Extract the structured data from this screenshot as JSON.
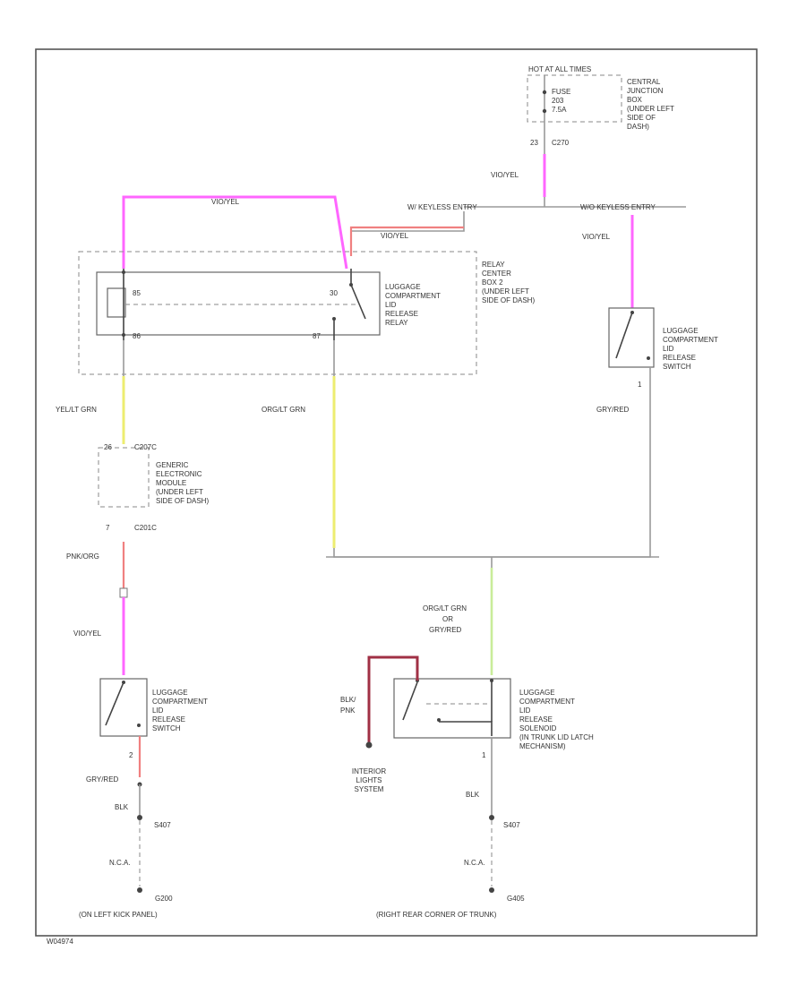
{
  "diagram": {
    "fuse_block": {
      "hot_label": "HOT AT ALL TIMES",
      "fuse_label": "FUSE",
      "fuse_number": "203",
      "fuse_rating": "7.5A",
      "location": [
        "CENTRAL",
        "JUNCTION",
        "BOX",
        "(UNDER LEFT",
        "SIDE OF",
        "DASH)"
      ],
      "pin": "23",
      "connector": "C270"
    },
    "splice_labels": {
      "left": "W/ KEYLESS ENTRY",
      "right": "W/O KEYLESS ENTRY"
    },
    "relay": {
      "name": [
        "LUGGAGE",
        "COMPARTMENT",
        "LID",
        "RELEASE",
        "RELAY"
      ],
      "center": [
        "RELAY",
        "CENTER",
        "BOX 2",
        "(UNDER LEFT",
        "SIDE OF DASH)"
      ],
      "pins": [
        "85",
        "86",
        "30",
        "87"
      ]
    },
    "gem": {
      "name": [
        "GENERIC",
        "ELECTRONIC",
        "MODULE",
        "(UNDER LEFT",
        "SIDE OF DASH)"
      ],
      "pin_top": "26",
      "connector_top": "C207C",
      "pin_bottom": "7",
      "connector_bottom": "C201C"
    },
    "switch_right": {
      "name": [
        "LUGGAGE",
        "COMPARTMENT",
        "LID",
        "RELEASE",
        "SWITCH"
      ],
      "pin": "1"
    },
    "switch_left": {
      "name": [
        "LUGGAGE",
        "COMPARTMENT",
        "LID",
        "RELEASE",
        "SWITCH"
      ],
      "pin": "2"
    },
    "solenoid": {
      "name": [
        "LUGGAGE",
        "COMPARTMENT",
        "LID",
        "RELEASE",
        "SOLENOID",
        "(IN TRUNK LID LATCH",
        "MECHANISM)"
      ],
      "pin": "1"
    },
    "interior": {
      "name": [
        "INTERIOR",
        "LIGHTS",
        "SYSTEM"
      ]
    },
    "wires": {
      "vio_yel_top": "VIO/YEL",
      "vio_yel_fuse": "VIO/YEL",
      "vio_yel_relay30": "VIO/YEL",
      "vio_yel_right": "VIO/YEL",
      "vio_yel_left": "VIO/YEL",
      "yel_lt_grn": "YEL/LT GRN",
      "org_lt_grn": "ORG/LT GRN",
      "gry_red_right": "GRY/RED",
      "pnk_org": "PNK/ORG",
      "solenoid_feed": [
        "ORG/LT GRN",
        "OR",
        "GRY/RED"
      ],
      "blk_pnk": [
        "BLK/",
        "PNK"
      ],
      "gry_red_left": "GRY/RED",
      "blk_left": "BLK",
      "blk_right": "BLK"
    },
    "grounds": {
      "left_splice": "S407",
      "left_na": "N.C.A.",
      "left_ground": "G200",
      "left_location": "(ON LEFT KICK PANEL)",
      "right_splice": "S407",
      "right_na": "N.C.A.",
      "right_ground": "G405",
      "right_location": "(RIGHT REAR CORNER OF TRUNK)"
    },
    "figure_id": "W04974"
  },
  "colors": {
    "pink": "#ff66ff",
    "red": "#f08080",
    "yellow": "#eded70",
    "green": "#c9ec9a",
    "maroon": "#a03045"
  }
}
